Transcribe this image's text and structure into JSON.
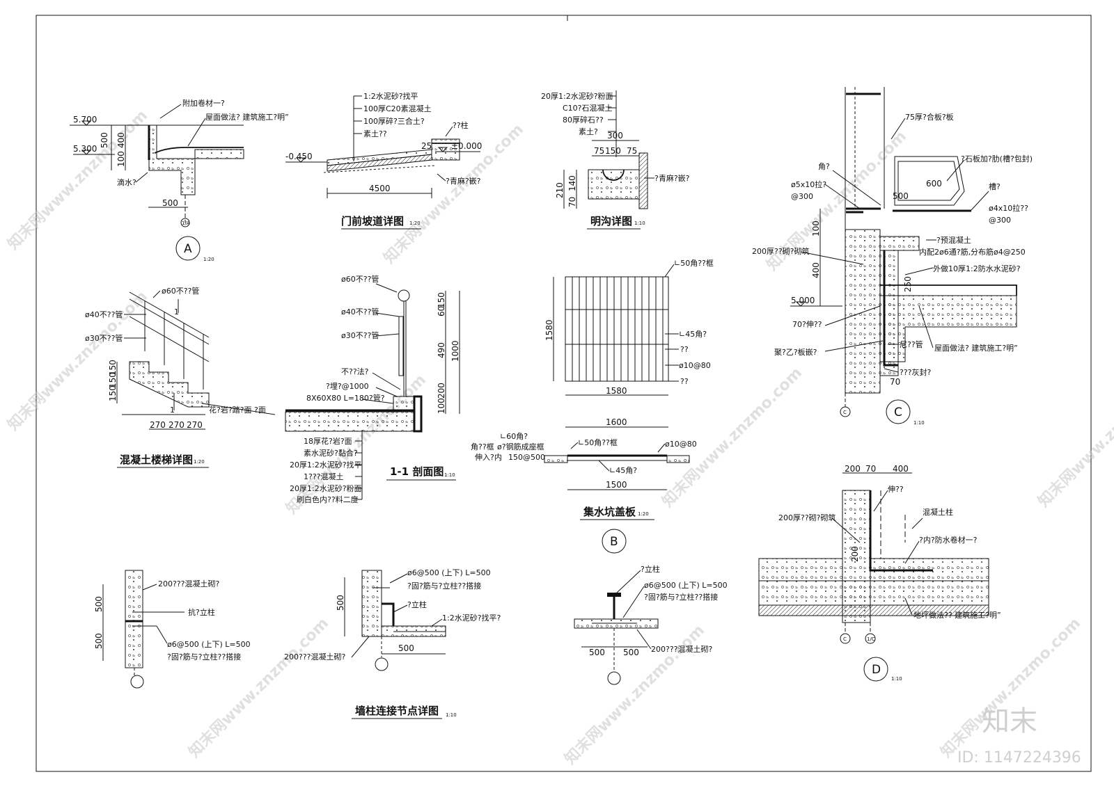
{
  "drawings": {
    "A": {
      "elev_top": "5.700",
      "elev_bottom": "5.300",
      "notes": [
        "附加卷材一?",
        "屋面做法?  建筑施工?明”",
        "滴水?"
      ],
      "dims": [
        "500",
        "100",
        "400",
        "500"
      ],
      "axis": "1/A",
      "label": "A",
      "scale": "1:20"
    },
    "ramp": {
      "title": "门前坡道详图",
      "scale": "1:20",
      "layers": [
        "1:2水泥砂?找平",
        "100厚C20素混凝土",
        "100厚碎?三合土?",
        "素土??"
      ],
      "elev_left": "-0.450",
      "elev_right": "±0.000",
      "notes": [
        "??柱",
        "?青麻?嵌?"
      ],
      "dims": [
        "25",
        "4500"
      ]
    },
    "ditch": {
      "title": "明沟详图",
      "scale": "1:10",
      "layers": [
        "20厚1:2水泥砂?粉面",
        "C10?石混凝土",
        "80厚碎石??",
        "素土?"
      ],
      "dims": [
        "300",
        "75",
        "150",
        "75",
        "210",
        "140",
        "70"
      ],
      "notes": [
        "?青麻?嵌?"
      ]
    },
    "C": {
      "notes": [
        "75厚?合板?板",
        "?石板加?肋(槽?包封)",
        "600",
        "角?",
        "ø5x10拉?",
        "@300",
        "500",
        "槽?",
        "ø4x10拉??",
        "@300",
        "?预混凝土",
        "内配2ø6通?筋,分布筋ø4@250",
        "外做10厚1:2防水水泥砂?",
        "200厚??砌?砌筑",
        "70?伸??",
        "聚?乙?板嵌?",
        "尼??管",
        "屋面做法?  建筑施工?明”",
        "???灰封?"
      ],
      "dims": [
        "100",
        "400",
        "250",
        "70"
      ],
      "elev": "5.000",
      "axis": "C",
      "label": "C",
      "scale": "1:10"
    },
    "stair": {
      "title": "混凝土楼梯详图",
      "scale": "1:20",
      "notes": [
        "ø60不??管",
        "ø40不??管",
        "ø30不??管",
        "花?岩?踏?面  ?面"
      ],
      "dims": [
        "150",
        "150",
        "150",
        "270",
        "270",
        "270"
      ],
      "cut": "1"
    },
    "section": {
      "title": "1-1 剖面图",
      "scale": "1:10",
      "notes": [
        "ø60不??管",
        "ø40不??管",
        "ø30不??管",
        "不??法?",
        "?埋?@1000",
        "8X60X80  L=180?管?"
      ],
      "dims": [
        "150",
        "60",
        "490",
        "1000",
        "200",
        "100"
      ],
      "layers": [
        "18厚花?岩?面",
        "素水泥砂?黏合?",
        "20厚1:2水泥砂?找平",
        "1???混凝土",
        "20厚1:2水泥砂?粉面",
        "刷白色内??料二度"
      ]
    },
    "cover": {
      "title": "集水坑盖板",
      "scale": "1:20",
      "notes": [
        "∟50角??框",
        "∟45角?",
        "??",
        "ø10@80",
        "??",
        "∟60角?",
        "角??框",
        "ø?钢筋成座框",
        "伸入?内",
        "150@500",
        "∟50角??框",
        "ø10@80",
        "∟45角?"
      ],
      "dims": [
        "1580",
        "1580",
        "1600",
        "1500"
      ],
      "label": "B"
    },
    "D": {
      "dims": [
        "200",
        "70",
        "400",
        "200"
      ],
      "notes": [
        "伸??",
        "200厚??砌?砌筑",
        "混凝土柱",
        "?内?防水卷材一?",
        "地坪做法??  建筑施工?明”"
      ],
      "axes": [
        "C",
        "1/C"
      ],
      "label": "D",
      "scale": "1:10"
    },
    "joints": {
      "title": "墙柱连接节点详图",
      "scale": "1:10",
      "j1": [
        "200???混凝土砌?",
        "抗?立柱",
        "ø6@500 (上下)  L=500",
        "?固?筋与?立柱??搭接"
      ],
      "j1_dims": [
        "500",
        "500"
      ],
      "j2": [
        "ø6@500 (上下)  L=500",
        "?固?筋与?立柱??搭接",
        "?立柱",
        "1:2水泥砂?找平?",
        "200???混凝土砌?"
      ],
      "j2_dims": [
        "500",
        "500"
      ],
      "j3": [
        "?立柱",
        "ø6@500 (上下)  L=500",
        "?固?筋与?立柱??搭接",
        "200???混凝土砌?"
      ],
      "j3_dims": [
        "500",
        "500"
      ]
    }
  },
  "watermarks": [
    "知末网www.znzmo.com"
  ],
  "brand": "知末",
  "id_text": "ID: 1147224396"
}
